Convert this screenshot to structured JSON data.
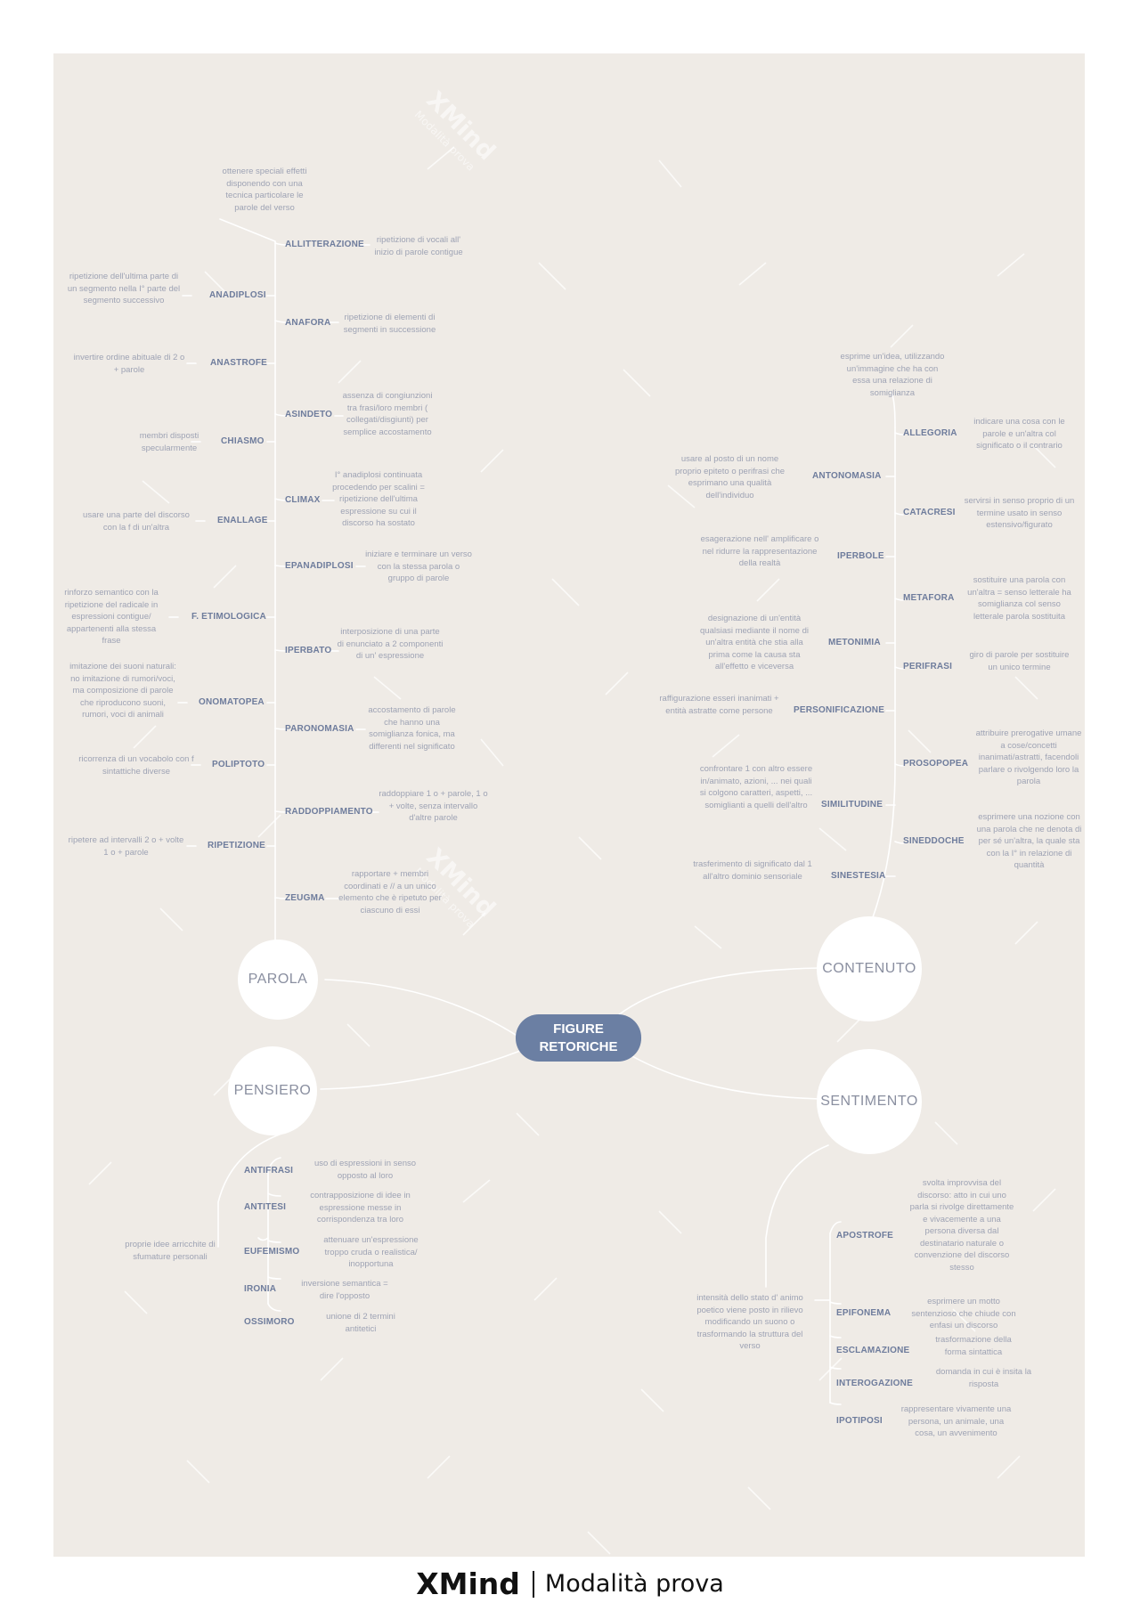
{
  "central": {
    "line1": "FIGURE",
    "line2": "RETORICHE"
  },
  "main": {
    "parola": "PAROLA",
    "pensiero": "PENSIERO",
    "contenuto": "CONTENUTO",
    "sentimento": "SENTIMENTO"
  },
  "parola": {
    "desc": "ottenere speciali effetti disponendo con una tecnica particolare le parole del verso",
    "items": [
      {
        "label": "ALLITTERAZIONE",
        "note": "ripetizione di vocali all' inizio di parole contigue"
      },
      {
        "label": "ANADIPLOSI",
        "note": "ripetizione dell'ultima parte di un segmento nella I° parte del segmento successivo"
      },
      {
        "label": "ANAFORA",
        "note": "ripetizione di elementi di segmenti in successione"
      },
      {
        "label": "ANASTROFE",
        "note": "invertire ordine abituale di 2 o + parole"
      },
      {
        "label": "ASINDETO",
        "note": "assenza di congiunzioni tra frasi/loro membri ( collegati/disgiunti) per semplice accostamento"
      },
      {
        "label": "CHIASMO",
        "note": "membri disposti specularmente"
      },
      {
        "label": "CLIMAX",
        "note": "I° anadiplosi continuata procedendo per scalini = ripetizione dell'ultima espressione su cui il discorso ha sostato"
      },
      {
        "label": "ENALLAGE",
        "note": "usare una parte del discorso con la f di un'altra"
      },
      {
        "label": "EPANADIPLOSI",
        "note": "iniziare e terminare un verso con la stessa parola o gruppo di parole"
      },
      {
        "label": "F. ETIMOLOGICA",
        "note": "rinforzo semantico con la ripetizione del radicale in espressioni contigue/ appartenenti alla stessa frase"
      },
      {
        "label": "IPERBATO",
        "note": "interposizione di una parte di enunciato a 2 componenti di un' espressione"
      },
      {
        "label": "ONOMATOPEA",
        "note": "imitazione dei suoni naturali: no imitazione di rumori/voci, ma composizione di parole che riproducono suoni, rumori, voci di animali"
      },
      {
        "label": "PARONOMASIA",
        "note": "accostamento di parole che hanno una somiglianza fonica, ma differenti nel significato"
      },
      {
        "label": "POLIPTOTO",
        "note": "ricorrenza di un vocabolo con f sintattiche diverse"
      },
      {
        "label": "RADDOPPIAMENTO",
        "note": "raddoppiare 1 o + parole, 1 o + volte, senza intervallo d'altre parole"
      },
      {
        "label": "RIPETIZIONE",
        "note": "ripetere ad intervalli 2 o + volte 1 o + parole"
      },
      {
        "label": "ZEUGMA",
        "note": "rapportare + membri coordinati e // a un unico elemento che è ripetuto per ciascuno di essi"
      }
    ]
  },
  "contenuto": {
    "desc": "esprime un'idea, utilizzando un'immagine che ha con essa una relazione di somiglianza",
    "items": [
      {
        "label": "ALLEGORIA",
        "note": "indicare una cosa con le parole e un'altra col significato o il contrario"
      },
      {
        "label": "ANTONOMASIA",
        "note": "usare al posto di un nome proprio epiteto o perifrasi che esprimano una qualità dell'individuo"
      },
      {
        "label": "CATACRESI",
        "note": "servirsi in senso proprio di un termine usato in senso estensivo/figurato"
      },
      {
        "label": "IPERBOLE",
        "note": "esagerazione nell' amplificare o nel ridurre la rappresentazione della realtà"
      },
      {
        "label": "METAFORA",
        "note": "sostituire una parola con un'altra = senso letterale ha somiglianza col senso letterale parola sostituita"
      },
      {
        "label": "METONIMIA",
        "note": "designazione di un'entità qualsiasi mediante il nome di un'altra entità che stia alla prima come la causa sta all'effetto e viceversa"
      },
      {
        "label": "PERIFRASI",
        "note": "giro di parole per sostituire un unico termine"
      },
      {
        "label": "PERSONIFICAZIONE",
        "note": "raffigurazione esseri inanimati + entità astratte come persone"
      },
      {
        "label": "PROSOPOPEA",
        "note": "attribuire prerogative umane a cose/concetti inanimati/astratti, facendoli parlare o rivolgendo loro la parola"
      },
      {
        "label": "SIMILITUDINE",
        "note": "confrontare 1 con altro essere in/animato, azioni, ... nei quali si colgono caratteri, aspetti, ... somiglianti a quelli dell'altro"
      },
      {
        "label": "SINEDDOCHE",
        "note": "esprimere una nozione con una parola che ne denota di per sé un'altra, la quale sta con la I° in relazione di quantità"
      },
      {
        "label": "SINESTESIA",
        "note": "trasferimento di significato dal 1 all'altro dominio sensoriale"
      }
    ]
  },
  "pensiero": {
    "desc": "proprie idee arricchite di sfumature personali",
    "items": [
      {
        "label": "ANTIFRASI",
        "note": "uso di espressioni in senso opposto al loro"
      },
      {
        "label": "ANTITESI",
        "note": "contrapposizione di idee in espressione messe in corrispondenza tra loro"
      },
      {
        "label": "EUFEMISMO",
        "note": "attenuare un'espressione troppo cruda o realistica/ inopportuna"
      },
      {
        "label": "IRONIA",
        "note": "inversione semantica = dire l'opposto"
      },
      {
        "label": "OSSIMORO",
        "note": "unione di 2 termini antitetici"
      }
    ]
  },
  "sentimento": {
    "desc": "intensità dello stato d' animo poetico viene posto in rilievo modificando un suono o trasformando la struttura del verso",
    "items": [
      {
        "label": "APOSTROFE",
        "note": "svolta improvvisa del discorso: atto in cui uno parla si rivolge direttamente e vivacemente a una persona diversa dal destinatario naturale o convenzione del discorso stesso"
      },
      {
        "label": "EPIFONEMA",
        "note": "esprimere un motto sentenzioso che chiude con enfasi un discorso"
      },
      {
        "label": "ESCLAMAZIONE",
        "note": "trasformazione della forma sintattica"
      },
      {
        "label": "INTEROGAZIONE",
        "note": "domanda in cui è insita la risposta"
      },
      {
        "label": "IPOTIPOSI",
        "note": "rappresentare vivamente una persona, un animale, una cosa, un avvenimento"
      }
    ]
  },
  "watermark": {
    "brand": "XMind",
    "mode": "Modalità prova"
  },
  "footer": {
    "brand": "XMind",
    "mode": "Modalità prova"
  }
}
